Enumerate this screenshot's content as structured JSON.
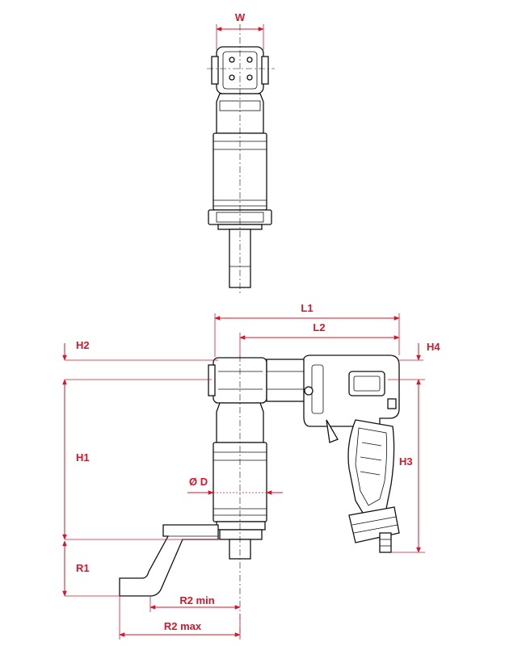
{
  "labels": {
    "W": "W",
    "L1": "L1",
    "L2": "L2",
    "H1": "H1",
    "H2": "H2",
    "H3": "H3",
    "H4": "H4",
    "D": "Ø D",
    "R1": "R1",
    "R2min": "R2 min",
    "R2max": "R2 max"
  },
  "colors": {
    "dimension": "#d6162c",
    "outline": "#111111",
    "background": "#ffffff"
  }
}
